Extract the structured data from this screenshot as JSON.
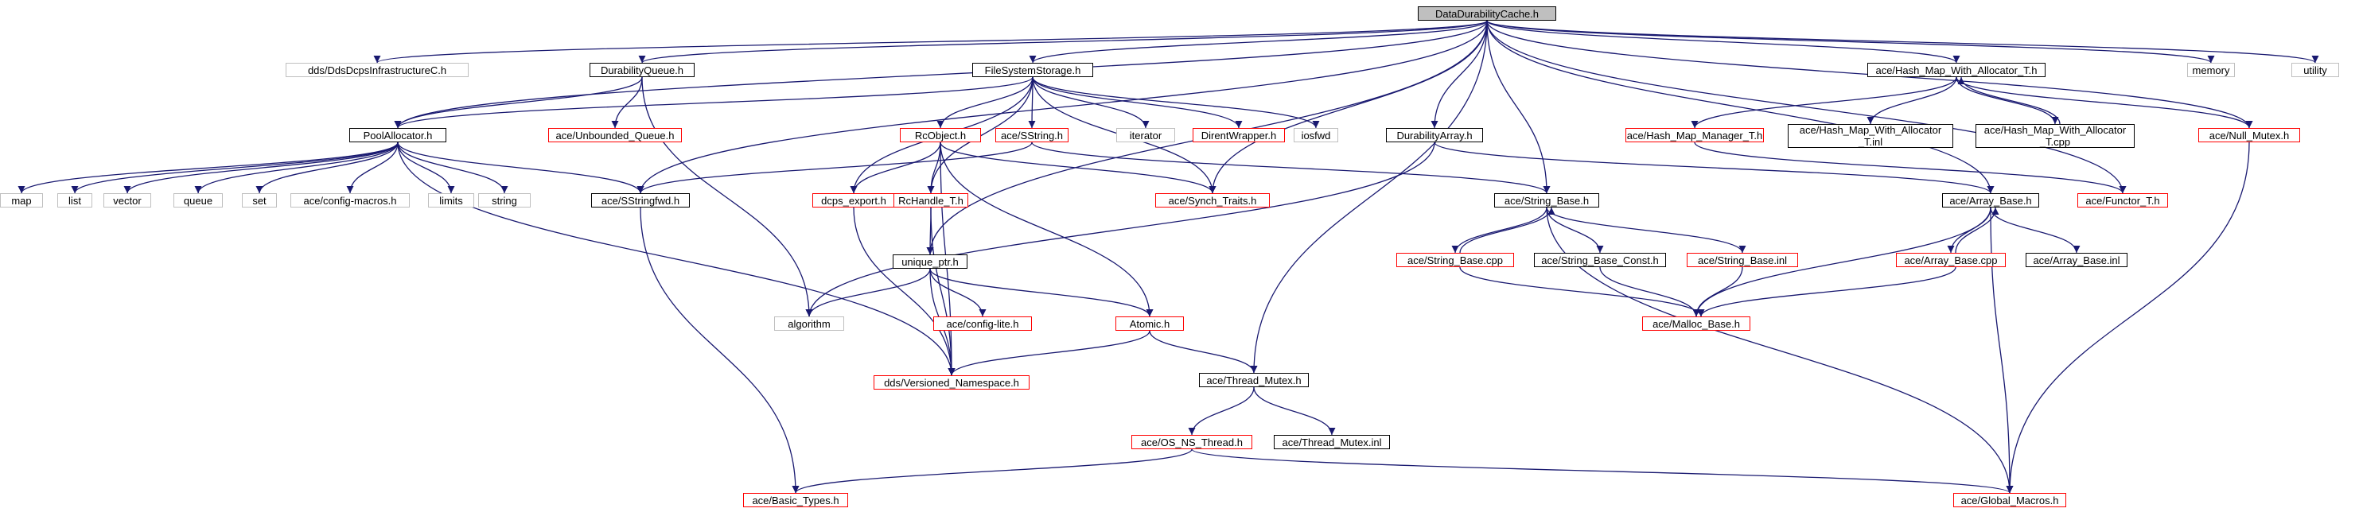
{
  "colors": {
    "edge": "#191970",
    "root_fill": "#bfbfbf",
    "missing": "#bfbfbf",
    "truncated": "#ff0000",
    "normal": "#000000"
  },
  "nodes": [
    {
      "id": "root",
      "label": "DataDurabilityCache.h",
      "kind": "root"
    },
    {
      "id": "dds_infra",
      "label": "dds/DdsDcpsInfrastructureC.h",
      "kind": "missing"
    },
    {
      "id": "durq",
      "label": "DurabilityQueue.h",
      "kind": "normal"
    },
    {
      "id": "fss",
      "label": "FileSystemStorage.h",
      "kind": "normal"
    },
    {
      "id": "hmwa",
      "label": "ace/Hash_Map_With_Allocator_T.h",
      "kind": "normal"
    },
    {
      "id": "memory",
      "label": "memory",
      "kind": "missing"
    },
    {
      "id": "utility",
      "label": "utility",
      "kind": "missing"
    },
    {
      "id": "poolalloc",
      "label": "PoolAllocator.h",
      "kind": "normal"
    },
    {
      "id": "unbq",
      "label": "ace/Unbounded_Queue.h",
      "kind": "truncated"
    },
    {
      "id": "rcobj",
      "label": "RcObject.h",
      "kind": "truncated"
    },
    {
      "id": "acesstring",
      "label": "ace/SString.h",
      "kind": "truncated"
    },
    {
      "id": "iterator",
      "label": "iterator",
      "kind": "missing"
    },
    {
      "id": "dirent",
      "label": "DirentWrapper.h",
      "kind": "truncated"
    },
    {
      "id": "iosfwd",
      "label": "iosfwd",
      "kind": "missing"
    },
    {
      "id": "duraarr",
      "label": "DurabilityArray.h",
      "kind": "normal"
    },
    {
      "id": "hmm",
      "label": "ace/Hash_Map_Manager_T.h",
      "kind": "truncated"
    },
    {
      "id": "hmwa_inl",
      "label": "ace/Hash_Map_With_Allocator\n_T.inl",
      "kind": "normal"
    },
    {
      "id": "hmwa_cpp",
      "label": "ace/Hash_Map_With_Allocator\n_T.cpp",
      "kind": "normal"
    },
    {
      "id": "nullmutex",
      "label": "ace/Null_Mutex.h",
      "kind": "truncated"
    },
    {
      "id": "map",
      "label": "map",
      "kind": "missing"
    },
    {
      "id": "list",
      "label": "list",
      "kind": "missing"
    },
    {
      "id": "vector",
      "label": "vector",
      "kind": "missing"
    },
    {
      "id": "queue",
      "label": "queue",
      "kind": "missing"
    },
    {
      "id": "set",
      "label": "set",
      "kind": "missing"
    },
    {
      "id": "cfgmacros",
      "label": "ace/config-macros.h",
      "kind": "missing"
    },
    {
      "id": "limits",
      "label": "limits",
      "kind": "missing"
    },
    {
      "id": "string",
      "label": "string",
      "kind": "missing"
    },
    {
      "id": "sstringfwd",
      "label": "ace/SStringfwd.h",
      "kind": "normal"
    },
    {
      "id": "dcpsexport",
      "label": "dcps_export.h",
      "kind": "truncated"
    },
    {
      "id": "rchandle",
      "label": "RcHandle_T.h",
      "kind": "truncated"
    },
    {
      "id": "synch",
      "label": "ace/Synch_Traits.h",
      "kind": "truncated"
    },
    {
      "id": "strbase",
      "label": "ace/String_Base.h",
      "kind": "normal"
    },
    {
      "id": "functor",
      "label": "ace/Functor_T.h",
      "kind": "truncated"
    },
    {
      "id": "arrbase",
      "label": "ace/Array_Base.h",
      "kind": "normal"
    },
    {
      "id": "uniqueptr",
      "label": "unique_ptr.h",
      "kind": "normal"
    },
    {
      "id": "strbasecpp",
      "label": "ace/String_Base.cpp",
      "kind": "truncated"
    },
    {
      "id": "strbaseconst",
      "label": "ace/String_Base_Const.h",
      "kind": "normal"
    },
    {
      "id": "strbaseinl",
      "label": "ace/String_Base.inl",
      "kind": "truncated"
    },
    {
      "id": "arrbasecpp",
      "label": "ace/Array_Base.cpp",
      "kind": "truncated"
    },
    {
      "id": "arrbaseinl",
      "label": "ace/Array_Base.inl",
      "kind": "normal"
    },
    {
      "id": "algorithm",
      "label": "algorithm",
      "kind": "missing"
    },
    {
      "id": "cfglite",
      "label": "ace/config-lite.h",
      "kind": "truncated"
    },
    {
      "id": "atomic",
      "label": "Atomic.h",
      "kind": "truncated"
    },
    {
      "id": "mallocbase",
      "label": "ace/Malloc_Base.h",
      "kind": "truncated"
    },
    {
      "id": "thrmutex",
      "label": "ace/Thread_Mutex.h",
      "kind": "normal"
    },
    {
      "id": "versns",
      "label": "dds/Versioned_Namespace.h",
      "kind": "truncated"
    },
    {
      "id": "osnsthread",
      "label": "ace/OS_NS_Thread.h",
      "kind": "truncated"
    },
    {
      "id": "thrmutexinl",
      "label": "ace/Thread_Mutex.inl",
      "kind": "normal"
    },
    {
      "id": "basictypes",
      "label": "ace/Basic_Types.h",
      "kind": "truncated"
    },
    {
      "id": "globalmacros",
      "label": "ace/Global_Macros.h",
      "kind": "truncated"
    }
  ],
  "edges": [
    [
      "root",
      "dds_infra"
    ],
    [
      "root",
      "durq"
    ],
    [
      "root",
      "fss"
    ],
    [
      "root",
      "hmwa"
    ],
    [
      "root",
      "memory"
    ],
    [
      "root",
      "utility"
    ],
    [
      "root",
      "poolalloc"
    ],
    [
      "root",
      "sstringfwd"
    ],
    [
      "root",
      "synch"
    ],
    [
      "root",
      "duraarr"
    ],
    [
      "root",
      "strbase"
    ],
    [
      "root",
      "arrbase"
    ],
    [
      "root",
      "functor"
    ],
    [
      "root",
      "nullmutex"
    ],
    [
      "root",
      "uniqueptr"
    ],
    [
      "root",
      "thrmutex"
    ],
    [
      "durq",
      "poolalloc"
    ],
    [
      "durq",
      "unbq"
    ],
    [
      "durq",
      "algorithm"
    ],
    [
      "fss",
      "poolalloc"
    ],
    [
      "fss",
      "rcobj"
    ],
    [
      "fss",
      "acesstring"
    ],
    [
      "fss",
      "iterator"
    ],
    [
      "fss",
      "dirent"
    ],
    [
      "fss",
      "iosfwd"
    ],
    [
      "fss",
      "dcpsexport"
    ],
    [
      "fss",
      "rchandle"
    ],
    [
      "fss",
      "synch"
    ],
    [
      "poolalloc",
      "map"
    ],
    [
      "poolalloc",
      "list"
    ],
    [
      "poolalloc",
      "vector"
    ],
    [
      "poolalloc",
      "queue"
    ],
    [
      "poolalloc",
      "set"
    ],
    [
      "poolalloc",
      "cfgmacros"
    ],
    [
      "poolalloc",
      "limits"
    ],
    [
      "poolalloc",
      "string"
    ],
    [
      "poolalloc",
      "sstringfwd"
    ],
    [
      "poolalloc",
      "versns"
    ],
    [
      "rcobj",
      "dcpsexport"
    ],
    [
      "rcobj",
      "rchandle"
    ],
    [
      "rcobj",
      "atomic"
    ],
    [
      "rcobj",
      "synch"
    ],
    [
      "rcobj",
      "versns"
    ],
    [
      "acesstring",
      "sstringfwd"
    ],
    [
      "acesstring",
      "strbase"
    ],
    [
      "duraarr",
      "arrbase"
    ],
    [
      "duraarr",
      "algorithm"
    ],
    [
      "hmwa",
      "hmm"
    ],
    [
      "hmwa",
      "hmwa_inl"
    ],
    [
      "hmwa",
      "hmwa_cpp"
    ],
    [
      "hmwa",
      "nullmutex"
    ],
    [
      "hmwa_cpp",
      "hmwa"
    ],
    [
      "hmm",
      "functor"
    ],
    [
      "nullmutex",
      "globalmacros"
    ],
    [
      "sstringfwd",
      "basictypes"
    ],
    [
      "dcpsexport",
      "versns"
    ],
    [
      "rchandle",
      "uniqueptr"
    ],
    [
      "rchandle",
      "versns"
    ],
    [
      "strbase",
      "strbasecpp"
    ],
    [
      "strbase",
      "strbaseconst"
    ],
    [
      "strbase",
      "strbaseinl"
    ],
    [
      "strbase",
      "globalmacros"
    ],
    [
      "strbasecpp",
      "strbase"
    ],
    [
      "strbasecpp",
      "mallocbase"
    ],
    [
      "strbaseconst",
      "mallocbase"
    ],
    [
      "strbaseinl",
      "mallocbase"
    ],
    [
      "arrbase",
      "arrbasecpp"
    ],
    [
      "arrbase",
      "arrbaseinl"
    ],
    [
      "arrbase",
      "mallocbase"
    ],
    [
      "arrbase",
      "globalmacros"
    ],
    [
      "arrbasecpp",
      "arrbase"
    ],
    [
      "arrbasecpp",
      "mallocbase"
    ],
    [
      "uniqueptr",
      "algorithm"
    ],
    [
      "uniqueptr",
      "cfglite"
    ],
    [
      "uniqueptr",
      "atomic"
    ],
    [
      "uniqueptr",
      "versns"
    ],
    [
      "atomic",
      "versns"
    ],
    [
      "atomic",
      "thrmutex"
    ],
    [
      "thrmutex",
      "osnsthread"
    ],
    [
      "thrmutex",
      "thrmutexinl"
    ],
    [
      "osnsthread",
      "basictypes"
    ],
    [
      "osnsthread",
      "globalmacros"
    ]
  ]
}
